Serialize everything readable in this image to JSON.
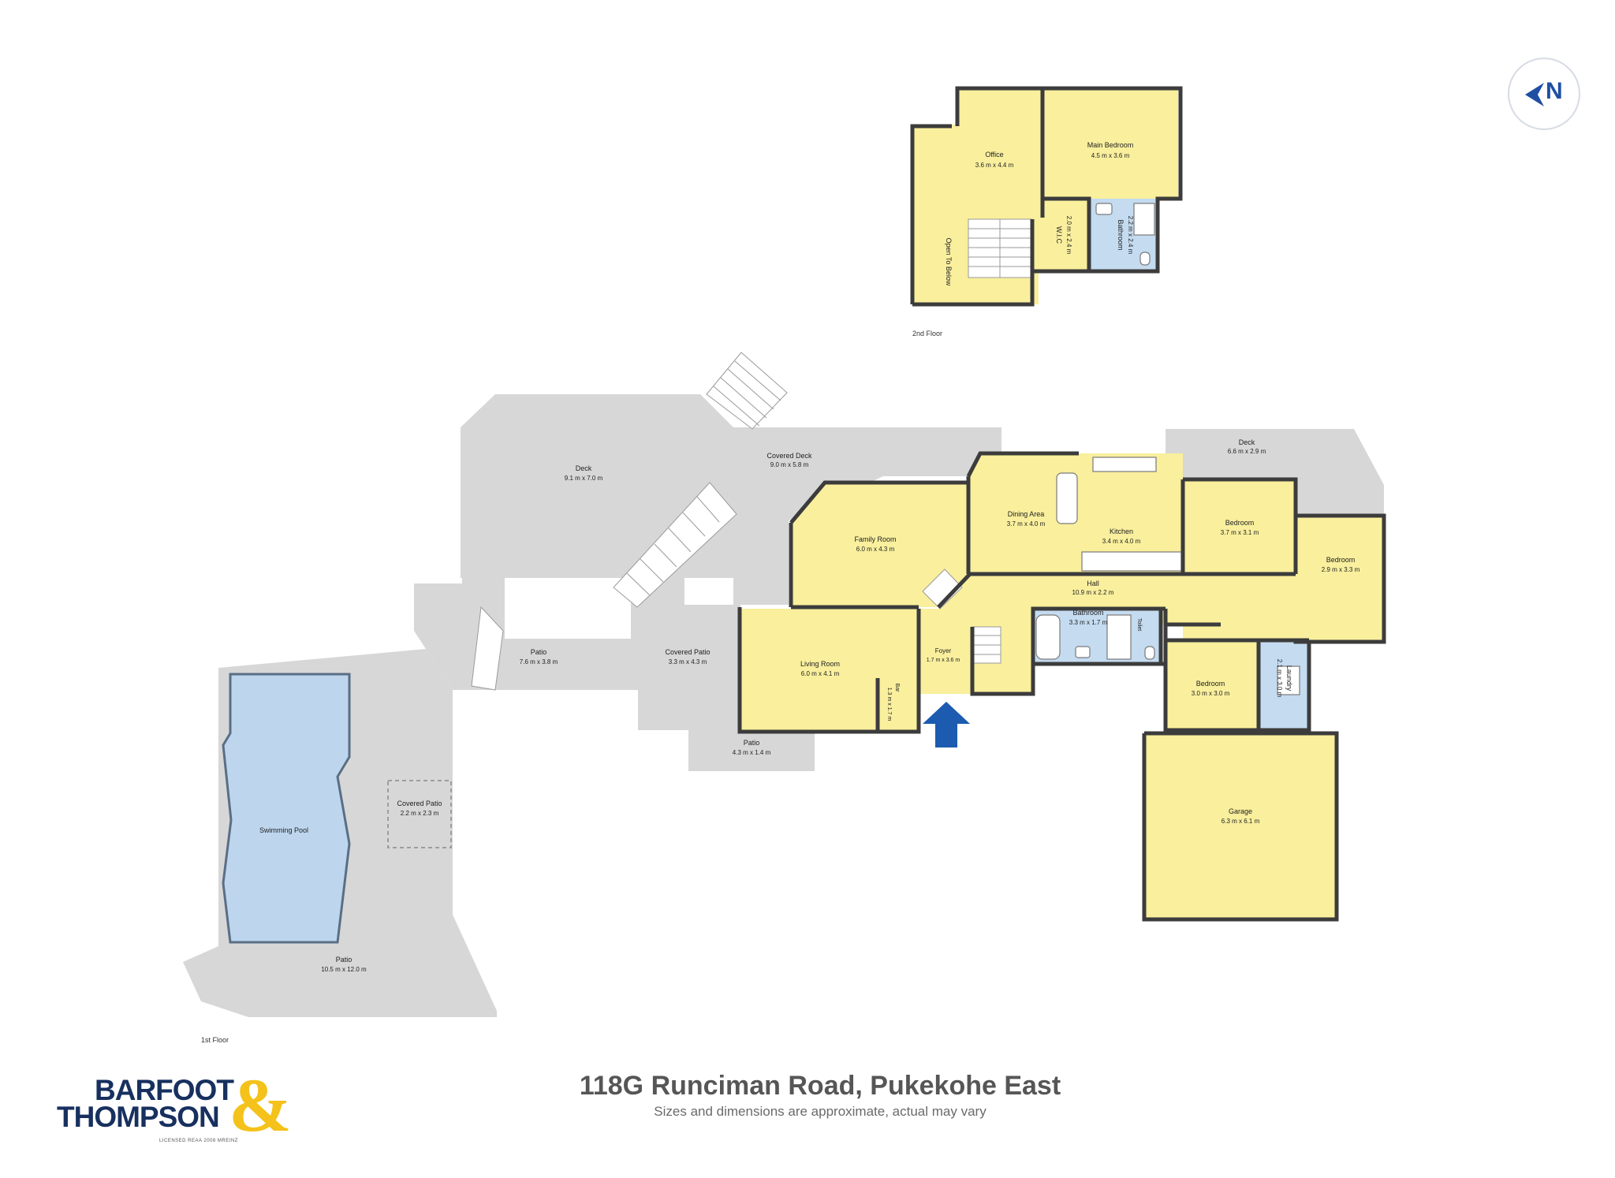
{
  "address": "118G Runciman Road, Pukekohe East",
  "disclaimer": "Sizes and dimensions are approximate, actual may vary",
  "compass_letter": "N",
  "floors": {
    "second": "2nd Floor",
    "first": "1st Floor"
  },
  "rooms": {
    "office": {
      "name": "Office",
      "dim": "3.6 m x 4.4 m"
    },
    "main_bedroom": {
      "name": "Main Bedroom",
      "dim": "4.5 m x 3.6 m"
    },
    "wic": {
      "name": "W.I.C",
      "dim": "2.0 m x 2.4 m"
    },
    "ensuite": {
      "name": "Bathroom",
      "dim": "2.2 m x 2.4 m"
    },
    "open_below": {
      "name": "Open To Below",
      "dim": ""
    },
    "deck_main": {
      "name": "Deck",
      "dim": "9.1 m x 7.0 m"
    },
    "covered_deck": {
      "name": "Covered Deck",
      "dim": "9.0 m x 5.8 m"
    },
    "deck_side": {
      "name": "Deck",
      "dim": "6.6 m x 2.9 m"
    },
    "family_room": {
      "name": "Family Room",
      "dim": "6.0 m x 4.3 m"
    },
    "dining_area": {
      "name": "Dining Area",
      "dim": "3.7 m x 4.0 m"
    },
    "kitchen": {
      "name": "Kitchen",
      "dim": "3.4 m x 4.0 m"
    },
    "bedroom_1": {
      "name": "Bedroom",
      "dim": "3.7 m x 3.1 m"
    },
    "bedroom_2": {
      "name": "Bedroom",
      "dim": "2.9 m x 3.3 m"
    },
    "hall": {
      "name": "Hall",
      "dim": "10.9 m x 2.2 m"
    },
    "bathroom": {
      "name": "Bathroom",
      "dim": "3.3 m x 1.7 m"
    },
    "toilet": {
      "name": "Toilet",
      "dim": ""
    },
    "foyer": {
      "name": "Foyer",
      "dim": "1.7 m x 3.6 m"
    },
    "living_room": {
      "name": "Living Room",
      "dim": "6.0 m x 4.1 m"
    },
    "bar": {
      "name": "Bar",
      "dim": "1.3 m x 1.7 m"
    },
    "covered_patio_1": {
      "name": "Covered Patio",
      "dim": "3.3 m x 4.3 m"
    },
    "patio_1": {
      "name": "Patio",
      "dim": "7.6 m x 3.8 m"
    },
    "patio_2": {
      "name": "Patio",
      "dim": "4.3 m x 1.4 m"
    },
    "bedroom_3": {
      "name": "Bedroom",
      "dim": "3.0 m x 3.0 m"
    },
    "laundry": {
      "name": "Laundry",
      "dim": "2.1 m x 3.0 m"
    },
    "garage": {
      "name": "Garage",
      "dim": "6.3 m x 6.1 m"
    },
    "covered_patio_2": {
      "name": "Covered Patio",
      "dim": "2.2 m x 2.3 m"
    },
    "pool": {
      "name": "Swimming Pool",
      "dim": ""
    },
    "patio_3": {
      "name": "Patio",
      "dim": "10.5 m x 12.0 m"
    }
  },
  "brand": {
    "line1": "BARFOOT",
    "line2": "THOMPSON",
    "amp": "&",
    "licence": "LICENSED REAA 2008 MREINZ"
  },
  "colors": {
    "room": "#f9ef9d",
    "wet": "#c4dbf0",
    "outdoor": "#d7d7d7",
    "pool": "#bdd6ee",
    "wall": "#3c3c3c",
    "entry_arrow": "#1c5bb0",
    "brand_navy": "#17305f",
    "brand_gold": "#f4c21a"
  }
}
